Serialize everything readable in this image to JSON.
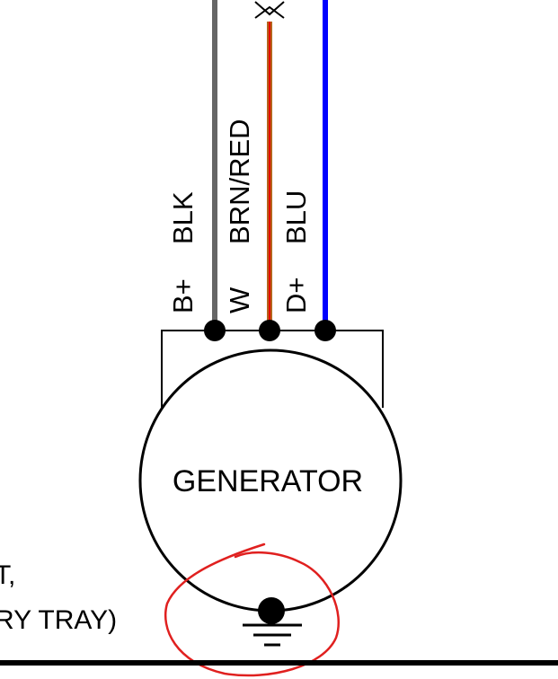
{
  "diagram": {
    "generator": {
      "label": "GENERATOR"
    },
    "wires": [
      {
        "id": "blk",
        "color_label": "BLK",
        "terminal": "B+",
        "color": "#666666"
      },
      {
        "id": "brn-red",
        "color_label": "BRN/RED",
        "terminal": "W",
        "color": "#b5651d",
        "stripe_color": "#e60000"
      },
      {
        "id": "blu",
        "color_label": "BLU",
        "terminal": "D+",
        "color": "#0000ff"
      }
    ],
    "note": {
      "line1": "T,",
      "line2": "RY TRAY)"
    },
    "annotation": {
      "circle_color": "#e0201f"
    }
  }
}
